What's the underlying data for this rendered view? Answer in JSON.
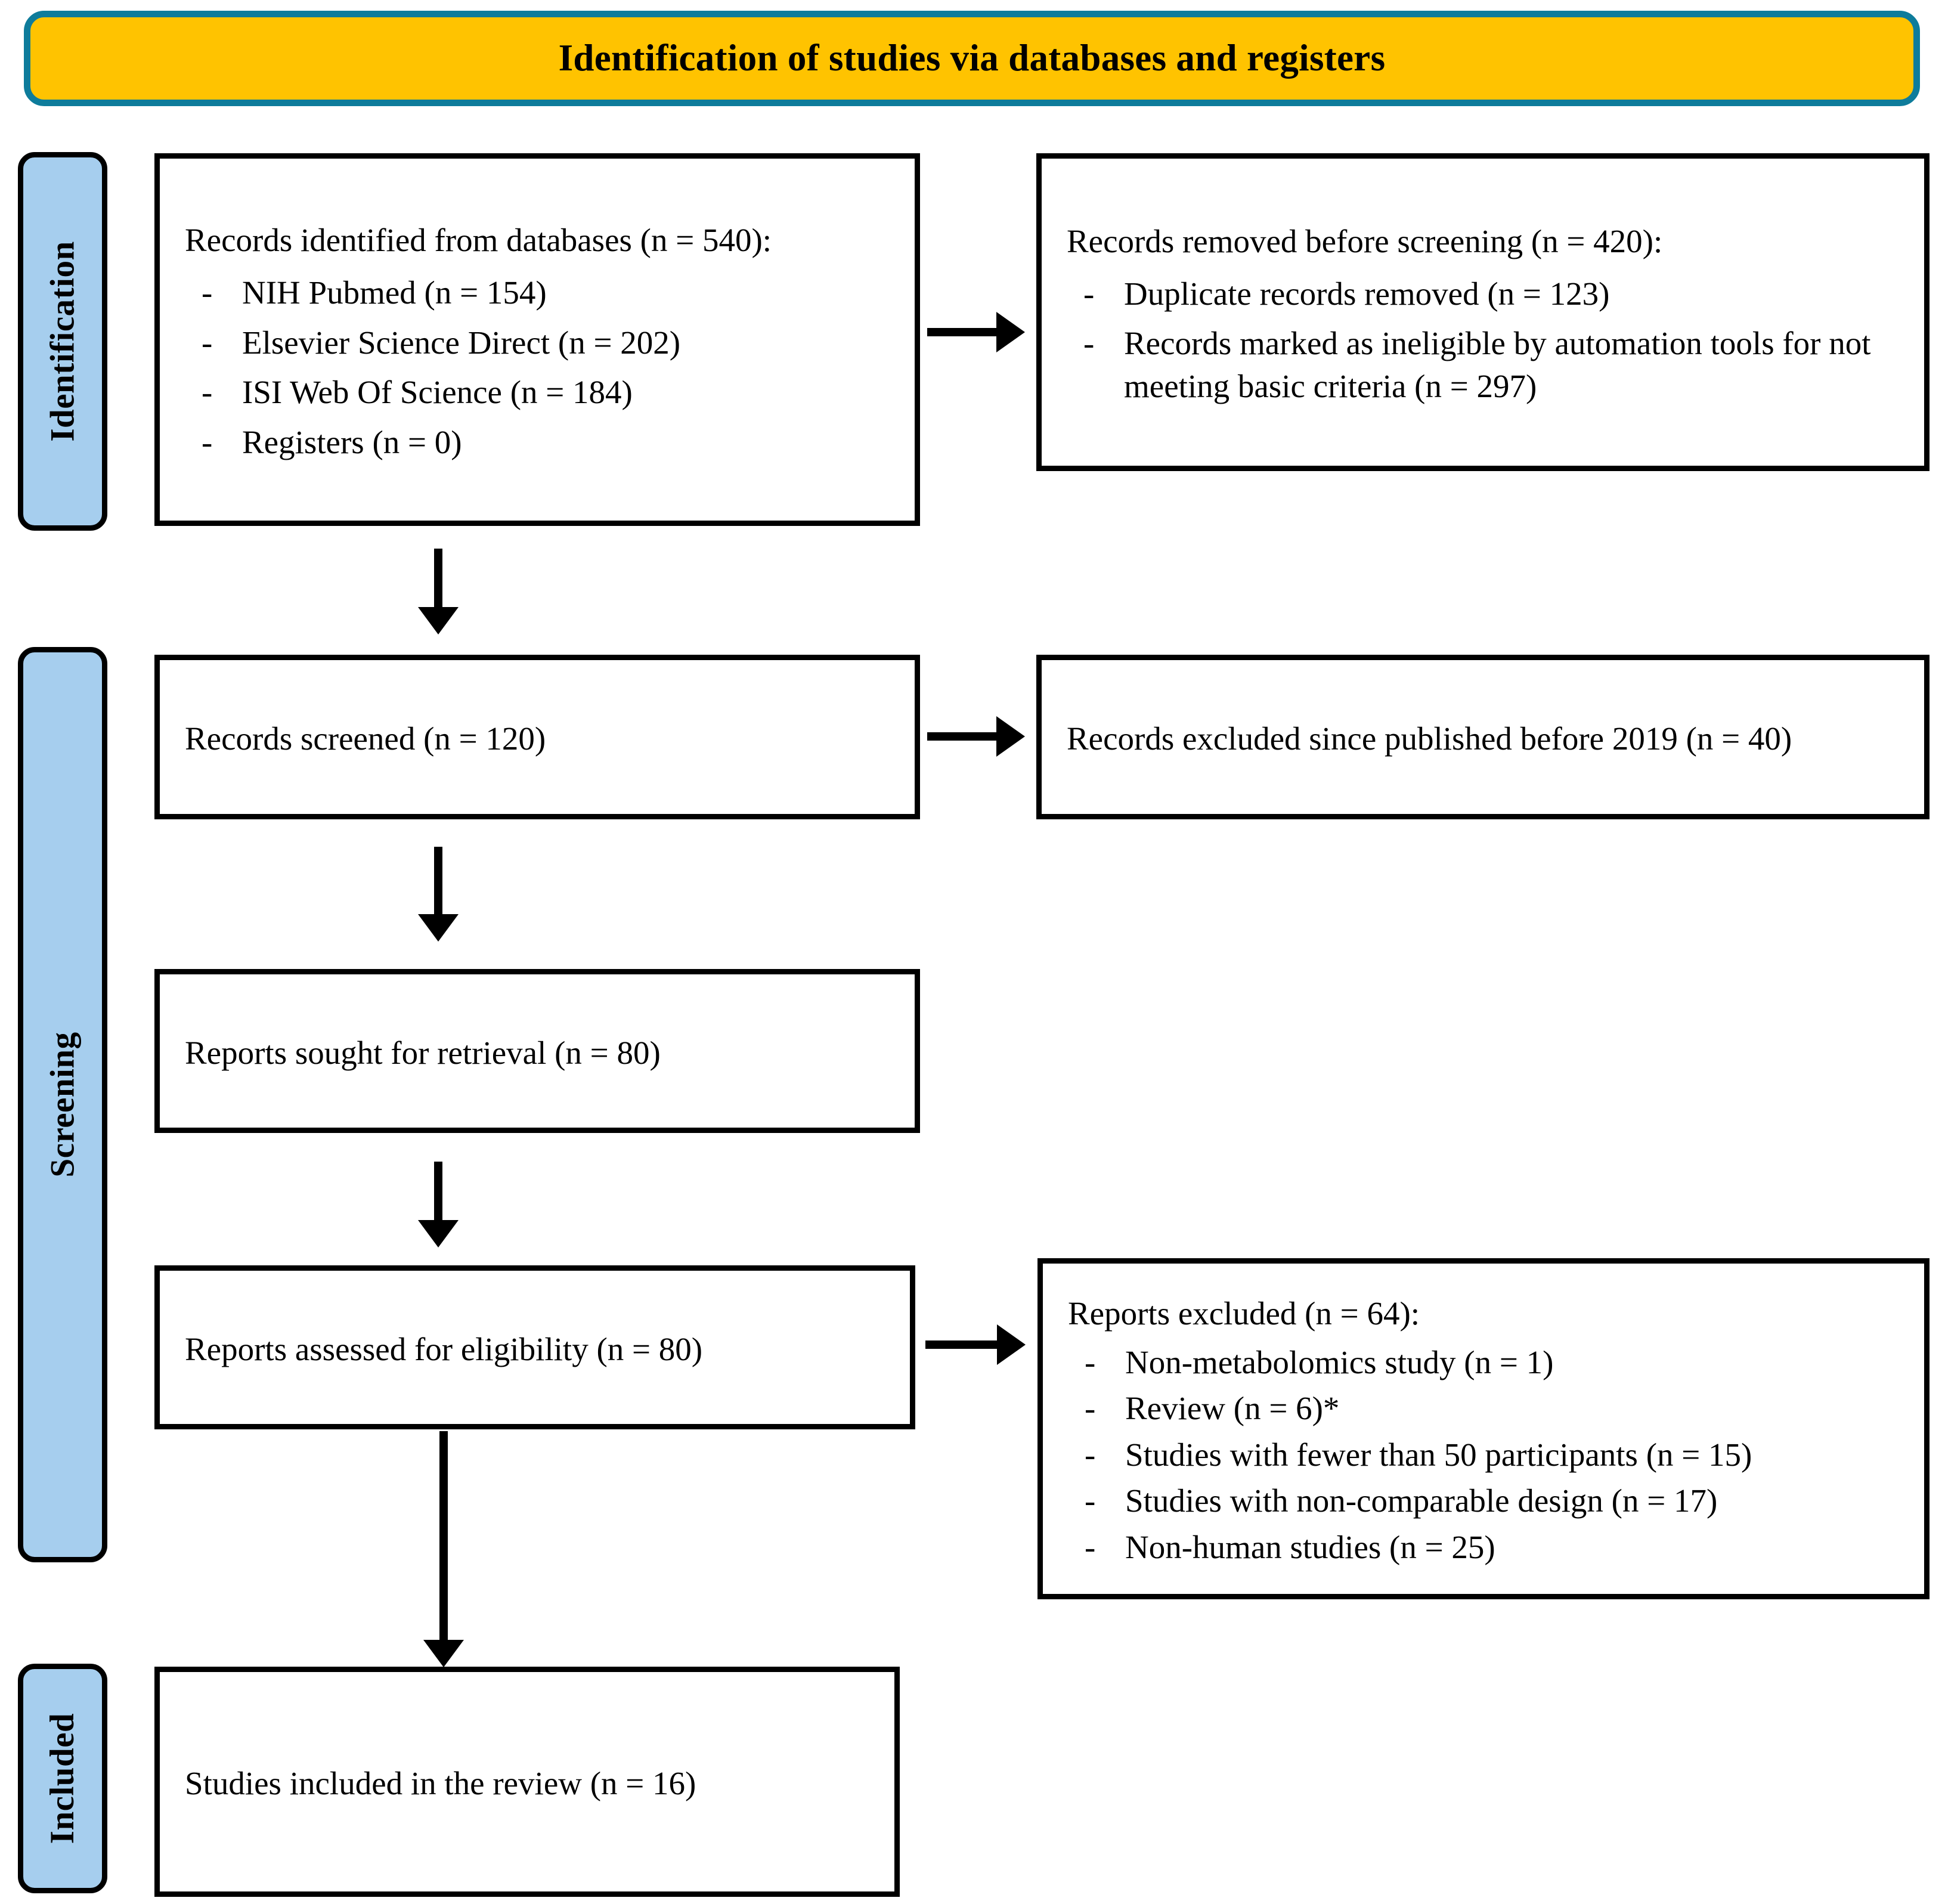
{
  "header": {
    "title": "Identification of studies via databases and registers",
    "background_color": "#FFC300",
    "border_color": "#0E7C9B"
  },
  "phases": {
    "tab_color": "#A6CEEE",
    "identification": "Identification",
    "screening": "Screening",
    "included": "Included"
  },
  "boxes": {
    "identified": {
      "heading": "Records identified from databases (n = 540):",
      "items": [
        "NIH Pubmed (n = 154)",
        "Elsevier Science Direct (n = 202)",
        "ISI Web Of Science (n = 184)",
        "Registers (n = 0)"
      ]
    },
    "removed": {
      "heading": "Records removed before screening (n = 420):",
      "items": [
        "Duplicate records removed (n = 123)",
        "Records marked as ineligible by automation tools for not meeting basic criteria (n = 297)"
      ]
    },
    "screened": {
      "heading": "Records screened (n = 120)"
    },
    "excluded_year": {
      "heading": "Records excluded since published before 2019 (n = 40)"
    },
    "sought": {
      "heading": "Reports sought for retrieval  (n = 80)"
    },
    "assessed": {
      "heading": "Reports assessed for eligibility  (n = 80)"
    },
    "reports_excluded": {
      "heading": "Reports excluded (n = 64):",
      "items": [
        "Non-metabolomics study (n = 1)",
        "Review (n = 6)*",
        "Studies with fewer than 50 participants (n = 15)",
        "Studies with non-comparable design (n = 17)",
        "Non-human studies (n = 25)"
      ]
    },
    "included_studies": {
      "heading": "Studies included in the review (n = 16)"
    }
  },
  "bullet": {
    "dash": "-"
  },
  "chart_data": {
    "type": "diagram",
    "title": "Identification of studies via databases and registers",
    "nodes": [
      {
        "id": "identified",
        "phase": "Identification",
        "label": "Records identified from databases",
        "n": 540
      },
      {
        "id": "removed",
        "phase": "Identification",
        "label": "Records removed before screening",
        "n": 420
      },
      {
        "id": "screened",
        "phase": "Screening",
        "label": "Records screened",
        "n": 120
      },
      {
        "id": "excluded_year",
        "phase": "Screening",
        "label": "Records excluded since published before 2019",
        "n": 40
      },
      {
        "id": "sought",
        "phase": "Screening",
        "label": "Reports sought for retrieval",
        "n": 80
      },
      {
        "id": "assessed",
        "phase": "Screening",
        "label": "Reports assessed for eligibility",
        "n": 80
      },
      {
        "id": "reports_excluded",
        "phase": "Screening",
        "label": "Reports excluded",
        "n": 64
      },
      {
        "id": "included_studies",
        "phase": "Included",
        "label": "Studies included in the review",
        "n": 16
      }
    ],
    "breakdowns": {
      "identified": [
        {
          "label": "NIH Pubmed",
          "n": 154
        },
        {
          "label": "Elsevier Science Direct",
          "n": 202
        },
        {
          "label": "ISI Web Of Science",
          "n": 184
        },
        {
          "label": "Registers",
          "n": 0
        }
      ],
      "removed": [
        {
          "label": "Duplicate records removed",
          "n": 123
        },
        {
          "label": "Records marked as ineligible by automation tools for not meeting basic criteria",
          "n": 297
        }
      ],
      "reports_excluded": [
        {
          "label": "Non-metabolomics study",
          "n": 1
        },
        {
          "label": "Review*",
          "n": 6
        },
        {
          "label": "Studies with fewer than 50 participants",
          "n": 15
        },
        {
          "label": "Studies with non-comparable design",
          "n": 17
        },
        {
          "label": "Non-human studies",
          "n": 25
        }
      ]
    },
    "edges": [
      {
        "from": "identified",
        "to": "removed",
        "direction": "right"
      },
      {
        "from": "identified",
        "to": "screened",
        "direction": "down"
      },
      {
        "from": "screened",
        "to": "excluded_year",
        "direction": "right"
      },
      {
        "from": "screened",
        "to": "sought",
        "direction": "down"
      },
      {
        "from": "sought",
        "to": "assessed",
        "direction": "down"
      },
      {
        "from": "assessed",
        "to": "reports_excluded",
        "direction": "right"
      },
      {
        "from": "assessed",
        "to": "included_studies",
        "direction": "down"
      }
    ]
  }
}
